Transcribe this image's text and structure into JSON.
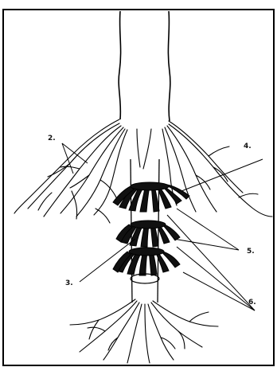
{
  "figure": {
    "labels": [
      {
        "id": "label-2",
        "text": "2."
      },
      {
        "id": "label-4",
        "text": "4."
      },
      {
        "id": "label-5",
        "text": "5."
      },
      {
        "id": "label-3",
        "text": "3."
      },
      {
        "id": "label-6",
        "text": "6."
      }
    ]
  }
}
